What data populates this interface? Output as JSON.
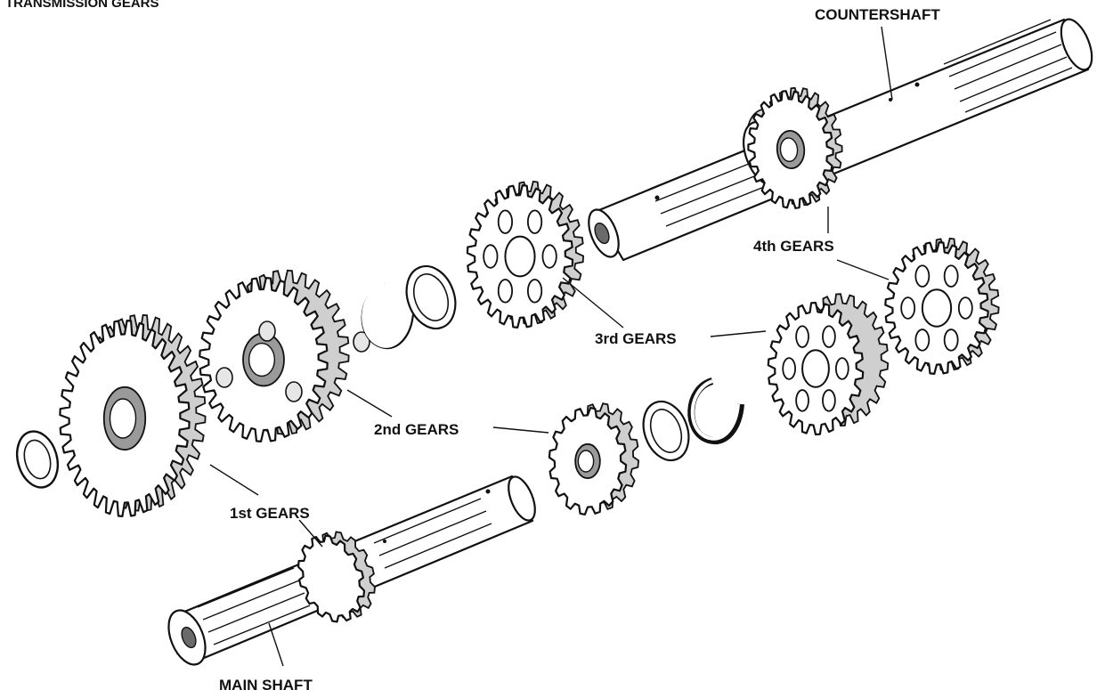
{
  "figure": {
    "title": "TRANSMISSION GEARS",
    "labels": {
      "countershaft": "COUNTERSHAFT",
      "fourth_gears": "4th GEARS",
      "third_gears": "3rd GEARS",
      "second_gears": "2nd GEARS",
      "first_gears": "1st GEARS",
      "main_shaft": "MAIN SHAFT"
    }
  }
}
